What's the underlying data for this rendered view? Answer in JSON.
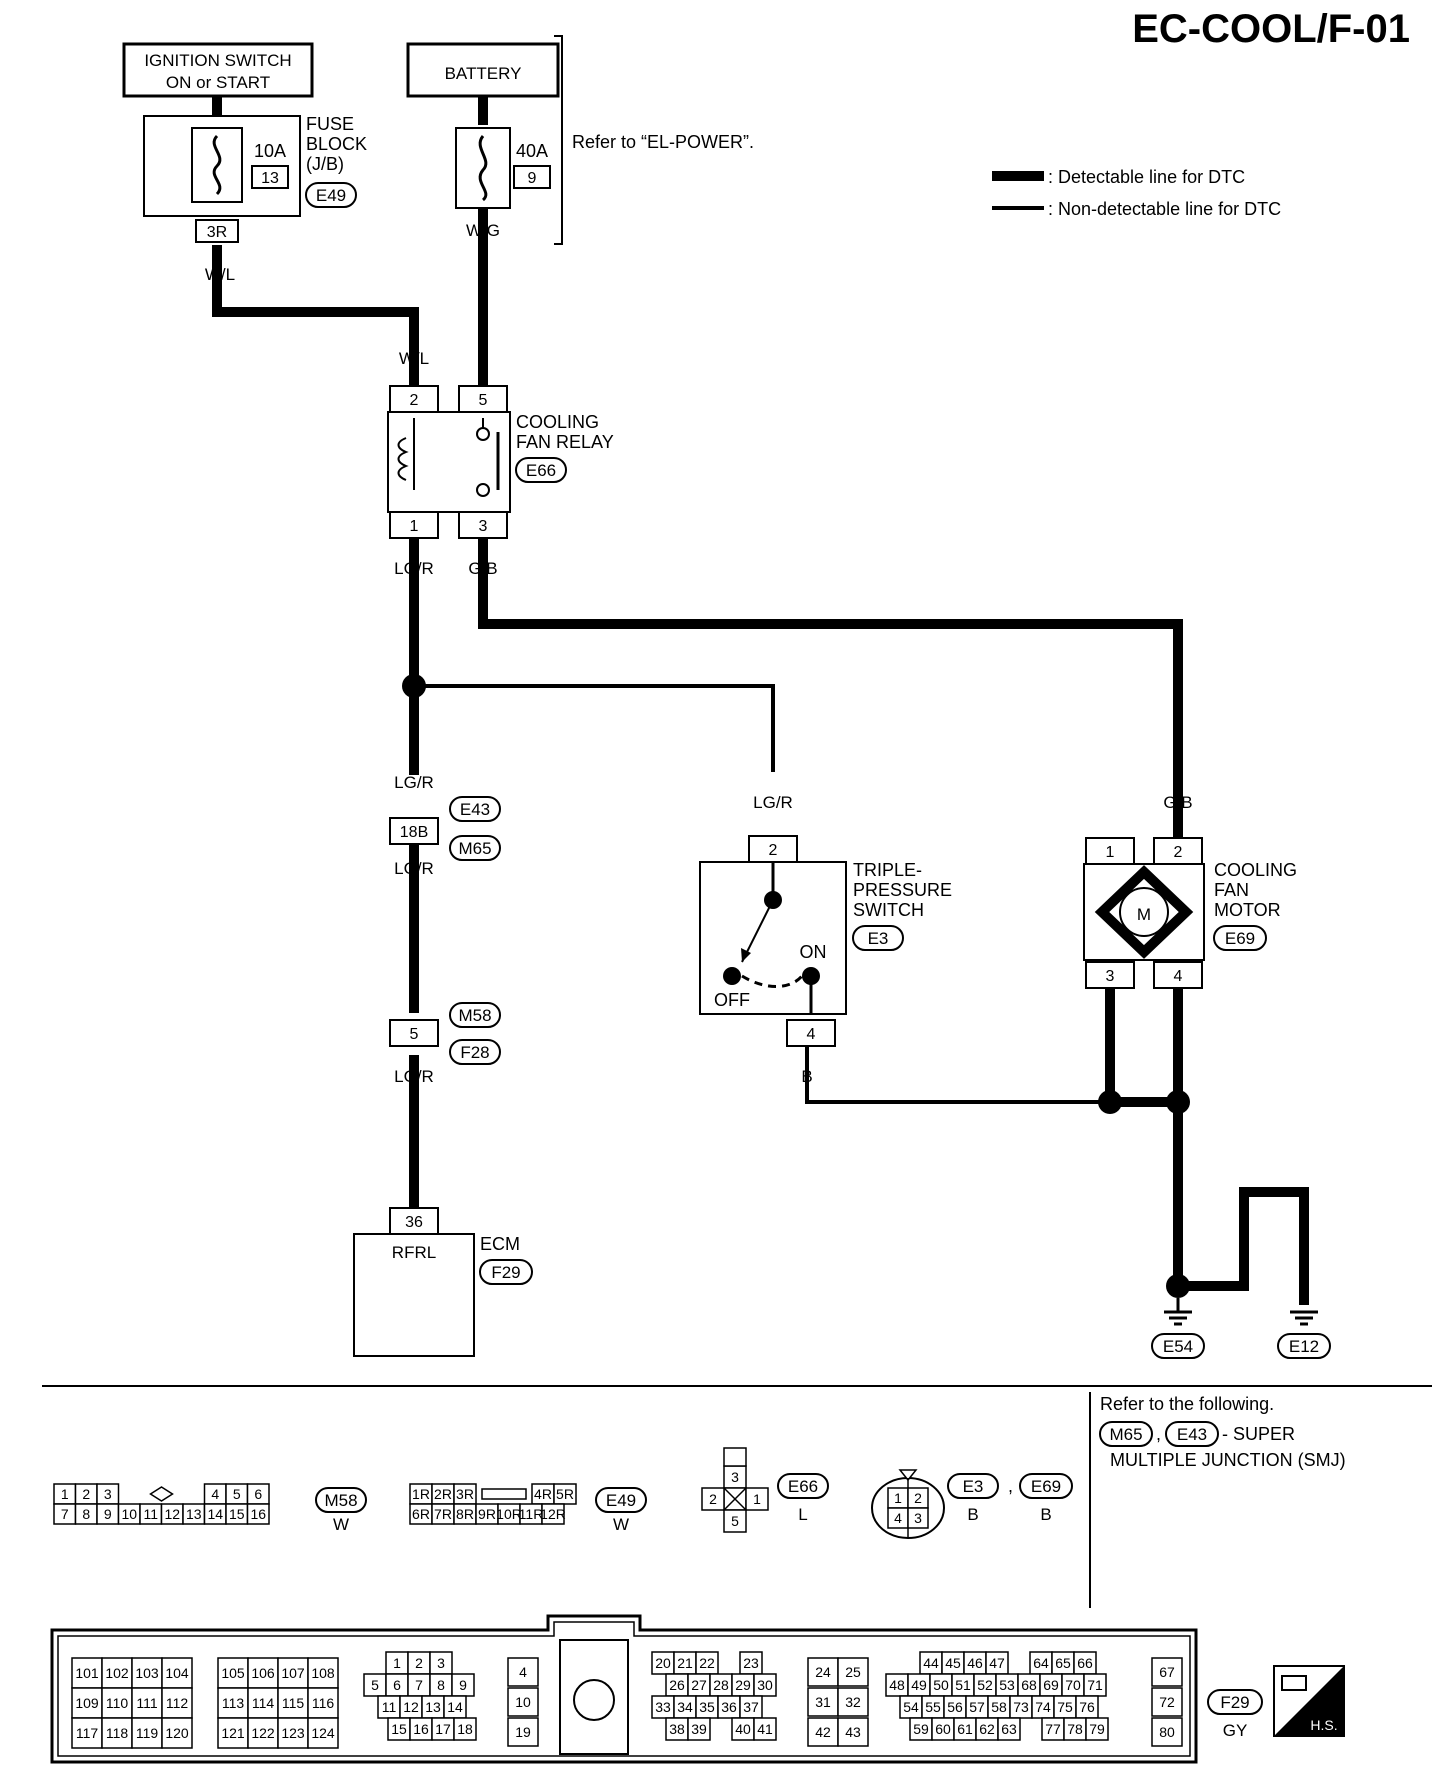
{
  "title": "EC-COOL/F-01",
  "legend": [
    {
      "label": ": Detectable line for DTC",
      "style": "thick"
    },
    {
      "label": ": Non-detectable line for DTC",
      "style": "thin"
    }
  ],
  "components": {
    "ignition_switch": {
      "line1": "IGNITION SWITCH",
      "line2": "ON or START"
    },
    "battery": {
      "label": "BATTERY",
      "note": "Refer to “EL-POWER”."
    },
    "fuse_block": {
      "line1": "FUSE",
      "line2": "BLOCK",
      "line3": "(J/B)",
      "connector": "E49",
      "fuse_10a": "10A",
      "fuse_10a_no": "13",
      "fuse_40a": "40A",
      "fuse_40a_no": "9",
      "term": "3R"
    },
    "relay": {
      "line1": "COOLING",
      "line2": "FAN RELAY",
      "connector": "E66",
      "pins": [
        "2",
        "5",
        "1",
        "3"
      ]
    },
    "junction": {
      "pin": "18B",
      "connectors": [
        "E43",
        "M65"
      ]
    },
    "connector_m58": {
      "pin": "5",
      "connectors": [
        "M58",
        "F28"
      ]
    },
    "ecm": {
      "label": "ECM",
      "terminal": "RFRL",
      "pin": "36",
      "connector": "F29"
    },
    "triple_switch": {
      "line1": "TRIPLE-",
      "line2": "PRESSURE",
      "line3": "SWITCH",
      "connector": "E3",
      "on": "ON",
      "off": "OFF",
      "pin_top": "2",
      "pin_bottom": "4"
    },
    "fan_motor": {
      "line1": "COOLING",
      "line2": "FAN",
      "line3": "MOTOR",
      "connector": "E69",
      "symbol": "M",
      "pins": [
        "1",
        "2",
        "3",
        "4"
      ]
    },
    "grounds": [
      "E54",
      "E12"
    ]
  },
  "wires": {
    "wl": "W/L",
    "wg": "W/G",
    "lgr": "LG/R",
    "gb": "G/B",
    "b": "B"
  },
  "reference": {
    "line1": "Refer to the following.",
    "conn_a": "M65",
    "conn_b": "E43",
    "suffix": "- SUPER",
    "line3": "MULTIPLE JUNCTION (SMJ)"
  },
  "connector_views": {
    "m58": {
      "id": "M58",
      "color": "W",
      "row1": [
        "1",
        "2",
        "3",
        "",
        "4",
        "5",
        "6"
      ],
      "row2": [
        "7",
        "8",
        "9",
        "10",
        "11",
        "12",
        "13",
        "14",
        "15",
        "16"
      ]
    },
    "e49": {
      "id": "E49",
      "color": "W",
      "row1": [
        "1R",
        "2R",
        "3R",
        "",
        "4R",
        "5R"
      ],
      "row2": [
        "6R",
        "7R",
        "8R",
        "9R",
        "10R",
        "11R",
        "12R"
      ]
    },
    "e66": {
      "id": "E66",
      "color": "L",
      "pins": [
        "3",
        "2",
        "1",
        "5"
      ]
    },
    "e3e69": {
      "id_a": "E3",
      "color_a": "B",
      "id_b": "E69",
      "color_b": "B",
      "pins": [
        "1",
        "2",
        "4",
        "3"
      ]
    },
    "f29": {
      "id": "F29",
      "color": "GY",
      "badge": "H.S.",
      "g1": [
        [
          "101",
          "102",
          "103",
          "104"
        ],
        [
          "109",
          "110",
          "111",
          "112"
        ],
        [
          "117",
          "118",
          "119",
          "120"
        ]
      ],
      "g2": [
        [
          "105",
          "106",
          "107",
          "108"
        ],
        [
          "113",
          "114",
          "115",
          "116"
        ],
        [
          "121",
          "122",
          "123",
          "124"
        ]
      ],
      "g3": [
        [
          "1",
          "2",
          "3"
        ],
        [
          "5",
          "6",
          "7",
          "8",
          "9"
        ],
        [
          "11",
          "12",
          "13",
          "14"
        ],
        [
          "15",
          "16",
          "17",
          "18"
        ]
      ],
      "g4": [
        "4",
        "10",
        "19"
      ],
      "g5": [
        [
          "20",
          "21",
          "22",
          "",
          "23"
        ],
        [
          "26",
          "27",
          "28",
          "29",
          "30"
        ],
        [
          "33",
          "34",
          "35",
          "36",
          "37"
        ],
        [
          "38",
          "39",
          "",
          "40",
          "41"
        ]
      ],
      "g6": [
        [
          "24",
          "25"
        ],
        [
          "31",
          "32"
        ],
        [
          "42",
          "43"
        ]
      ],
      "g7": [
        [
          "44",
          "45",
          "46",
          "47",
          "",
          "64",
          "65",
          "66"
        ],
        [
          "48",
          "49",
          "50",
          "51",
          "52",
          "53",
          "68",
          "69",
          "70",
          "71"
        ],
        [
          "54",
          "55",
          "56",
          "57",
          "58",
          "73",
          "74",
          "75",
          "76"
        ],
        [
          "59",
          "60",
          "61",
          "62",
          "63",
          "",
          "77",
          "78",
          "79"
        ]
      ],
      "g8": [
        "67",
        "72",
        "80"
      ]
    }
  }
}
